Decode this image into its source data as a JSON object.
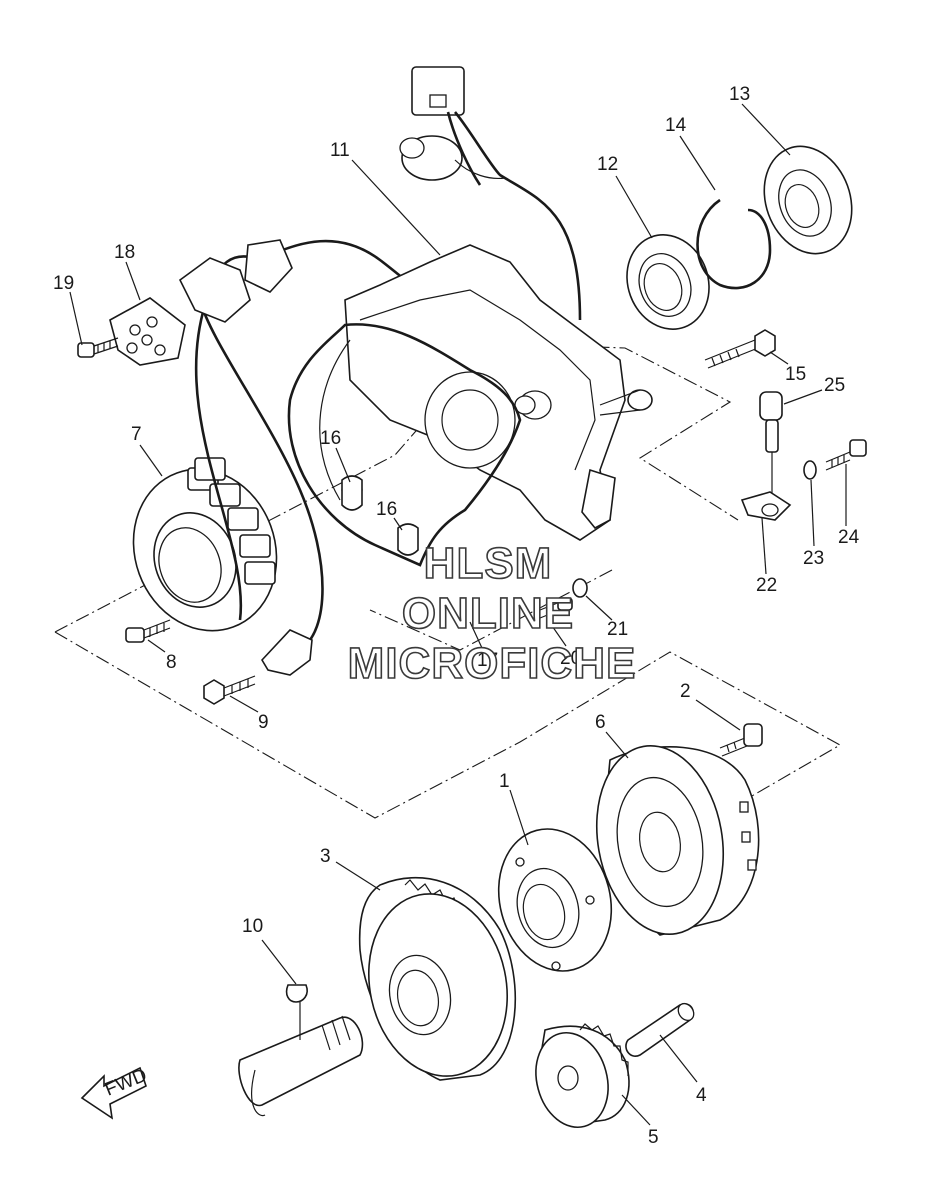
{
  "diagram": {
    "watermark": [
      "HLSM",
      "ONLINE",
      "MICROFICHE"
    ],
    "fwd_label": "FWD",
    "callouts": [
      "1",
      "2",
      "3",
      "4",
      "5",
      "6",
      "7",
      "8",
      "9",
      "10",
      "11",
      "12",
      "13",
      "14",
      "15",
      "16",
      "16",
      "17",
      "18",
      "19",
      "20",
      "21",
      "22",
      "23",
      "24",
      "25"
    ]
  }
}
